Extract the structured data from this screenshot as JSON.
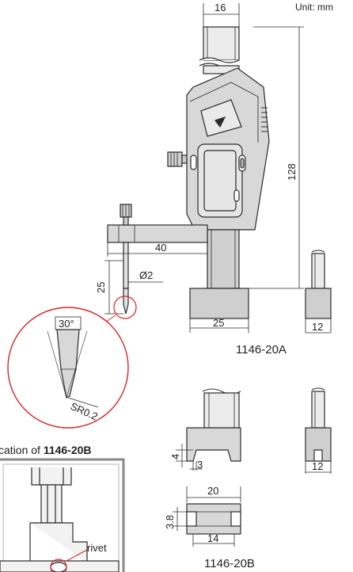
{
  "unit_label": "Unit: mm",
  "dims": {
    "d16": "16",
    "d128": "128",
    "d40": "40",
    "d25v": "25",
    "d2": "Ø2",
    "d25h": "25",
    "d12a": "12",
    "d30": "30°",
    "sr": "SR0.2",
    "d4": "4",
    "d3": "3",
    "d12b": "12",
    "d20": "20",
    "d38": "3.8",
    "d14": "14"
  },
  "captions": {
    "a": "1146-20A",
    "b": "1146-20B"
  },
  "application": {
    "prefix": "cation of ",
    "model": "1146-20B"
  },
  "rivet_label": "rivet",
  "colors": {
    "outline": "#2b2b2b",
    "body_fill": "#d8d8d8",
    "display_fill": "#e6e6e6",
    "callout": "#d9252a",
    "panel": "#a9a9a9"
  }
}
